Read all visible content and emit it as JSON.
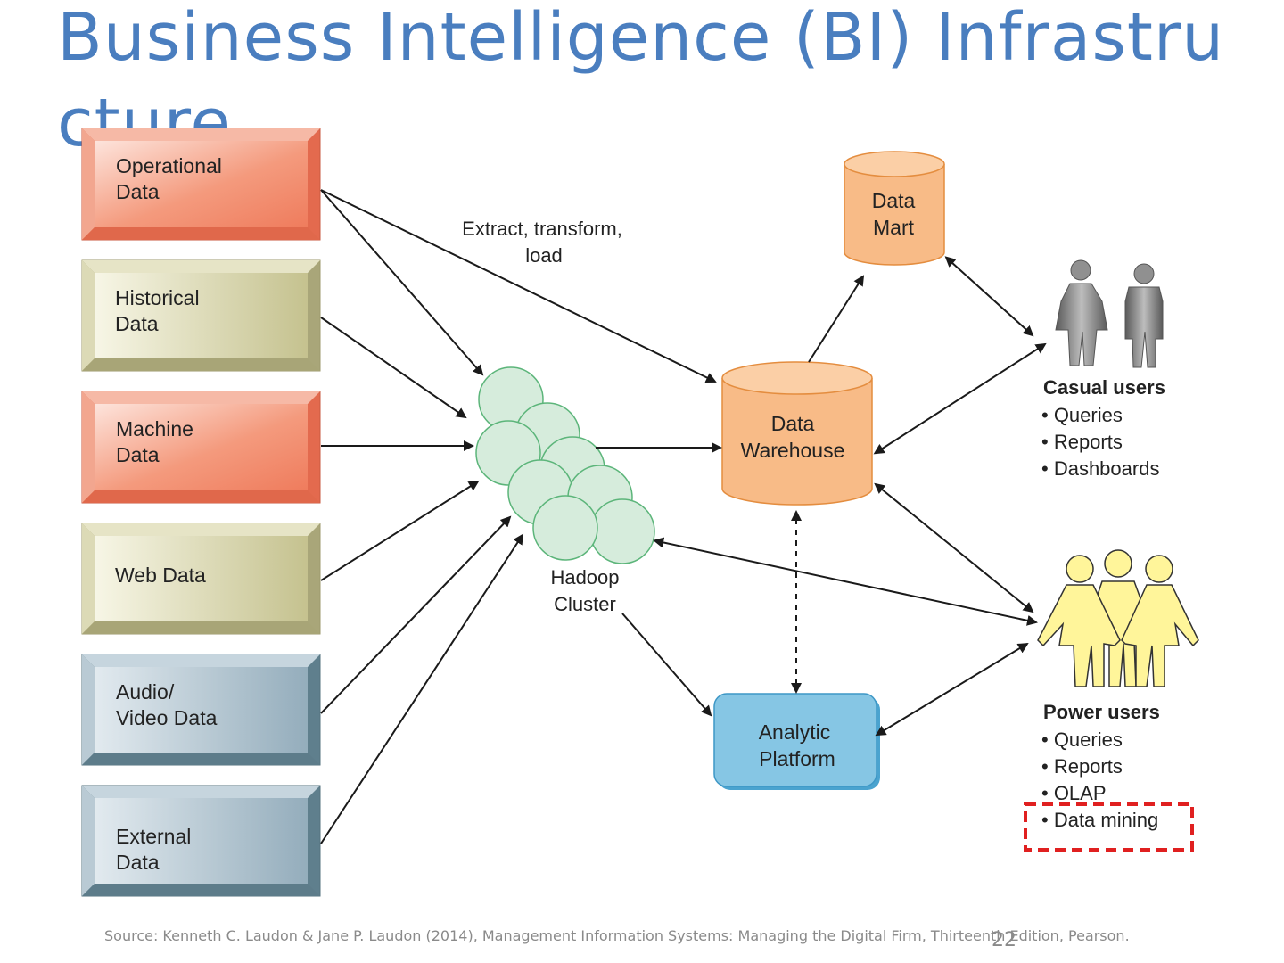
{
  "slide": {
    "title": "Business Intelligence (BI) Infrastructure",
    "source": "Source: Kenneth C. Laudon & Jane P. Laudon (2014), Management Information Systems: Managing the Digital Firm, Thirteenth Edition, Pearson.",
    "page_number": "22"
  },
  "diagram": {
    "sources": [
      {
        "line1": "Operational",
        "line2": "Data"
      },
      {
        "line1": "Historical",
        "line2": "Data"
      },
      {
        "line1": "Machine",
        "line2": "Data"
      },
      {
        "line1": "Web Data",
        "line2": ""
      },
      {
        "line1": "Audio/",
        "line2": "Video Data"
      },
      {
        "line1": "External",
        "line2": "Data"
      }
    ],
    "etl_label": {
      "line1": "Extract, transform,",
      "line2": "load"
    },
    "hadoop": {
      "line1": "Hadoop",
      "line2": "Cluster"
    },
    "warehouse": {
      "line1": "Data",
      "line2": "Warehouse"
    },
    "mart": {
      "line1": "Data",
      "line2": "Mart"
    },
    "analytic": {
      "line1": "Analytic",
      "line2": "Platform"
    },
    "casual_users": {
      "title": "Casual users",
      "items": [
        "• Queries",
        "• Reports",
        "• Dashboards"
      ]
    },
    "power_users": {
      "title": "Power users",
      "items": [
        "• Queries",
        "• Reports",
        "• OLAP",
        "• Data mining"
      ]
    },
    "colors": {
      "red": "#f08a6c",
      "khaki": "#d8d6b0",
      "blue": "#a7bcc8",
      "orange": "#f8bb87",
      "analytic": "#7fc1e0",
      "hadoop": "#d6ecdc",
      "highlight": "#e02020"
    }
  }
}
